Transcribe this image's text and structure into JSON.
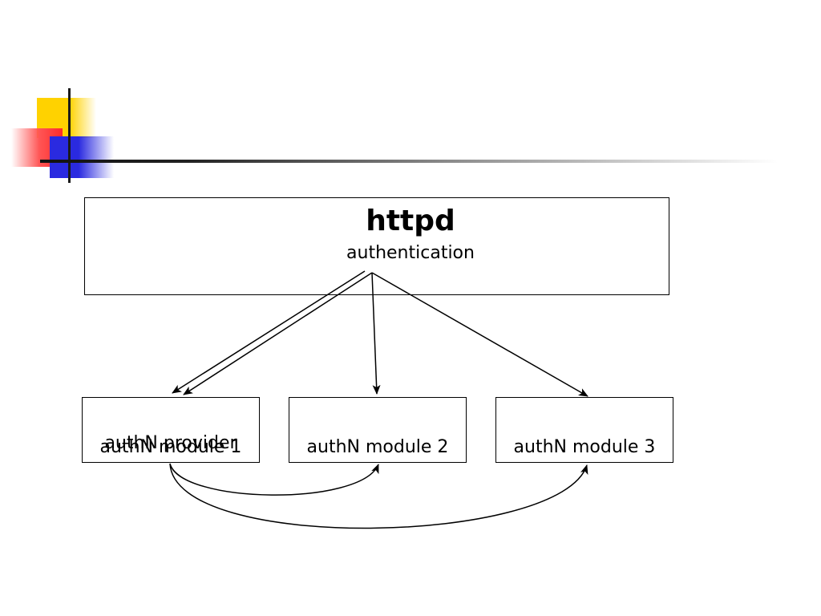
{
  "diagram": {
    "server": {
      "title": "httpd",
      "subtitle": "authentication"
    },
    "modules": [
      {
        "label": "authN module 1",
        "overlay_label": "authN provider"
      },
      {
        "label": "authN module 2"
      },
      {
        "label": "authN module 3"
      }
    ],
    "edges": [
      {
        "from": "authentication",
        "to": "authN module 1"
      },
      {
        "from": "authentication",
        "to": "authN module 1"
      },
      {
        "from": "authentication",
        "to": "authN module 2"
      },
      {
        "from": "authentication",
        "to": "authN module 3"
      },
      {
        "from": "authN module 1",
        "to": "authN module 2"
      },
      {
        "from": "authN module 1",
        "to": "authN module 3"
      }
    ]
  },
  "colors": {
    "accent_yellow": "#ffd200",
    "accent_red": "#ff2a2a",
    "accent_blue": "#2a2ae0",
    "line": "#000000"
  }
}
